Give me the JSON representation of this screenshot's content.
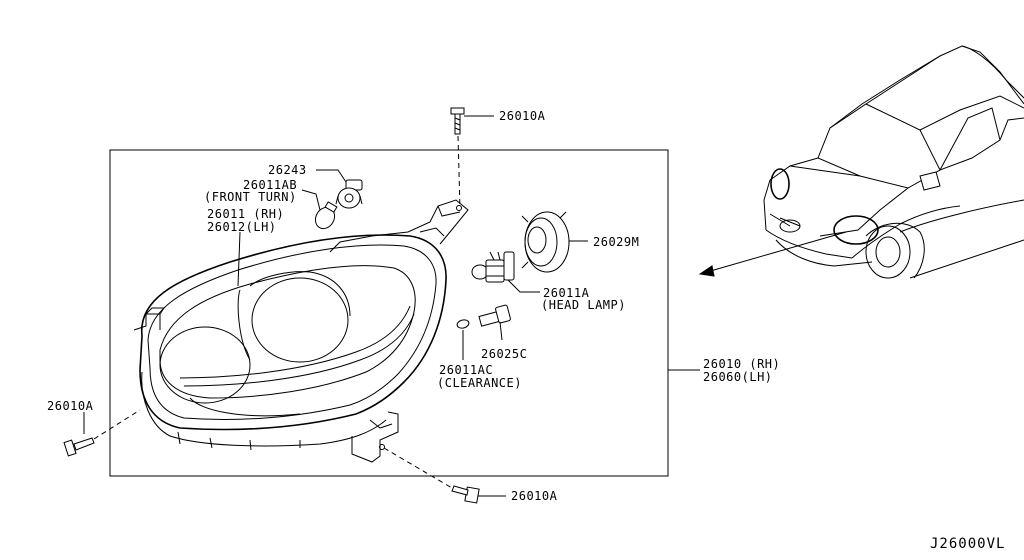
{
  "diagram_code": "J26000VL",
  "callouts": {
    "screw_top": "26010A",
    "screw_left": "26010A",
    "screw_bottom": "26010A",
    "socket_turn": "26243",
    "bulb_turn_code": "26011AB",
    "bulb_turn_desc": "(FRONT TURN)",
    "housing_rh": "26011 (RH)",
    "housing_lh": "26012(LH)",
    "cap": "26029M",
    "bulb_head_code": "26011A",
    "bulb_head_desc": "(HEAD LAMP)",
    "socket_clear": "26025C",
    "bulb_clear_code": "26011AC",
    "bulb_clear_desc": "(CLEARANCE)",
    "assy_rh": "26010 (RH)",
    "assy_lh": "26060(LH)"
  }
}
